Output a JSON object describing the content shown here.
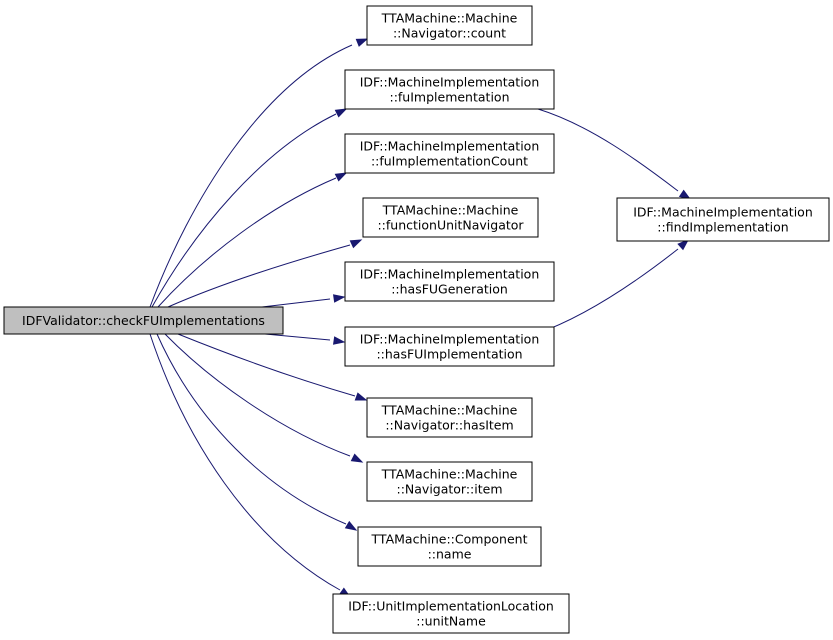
{
  "graph": {
    "nodes": [
      {
        "id": "root",
        "lines": [
          "IDFValidator::checkFUImplementations"
        ]
      },
      {
        "id": "count",
        "lines": [
          "TTAMachine::Machine",
          "::Navigator::count"
        ]
      },
      {
        "id": "fuImpl",
        "lines": [
          "IDF::MachineImplementation",
          "::fuImplementation"
        ]
      },
      {
        "id": "fuImplCount",
        "lines": [
          "IDF::MachineImplementation",
          "::fuImplementationCount"
        ]
      },
      {
        "id": "funcNav",
        "lines": [
          "TTAMachine::Machine",
          "::functionUnitNavigator"
        ]
      },
      {
        "id": "hasFUGen",
        "lines": [
          "IDF::MachineImplementation",
          "::hasFUGeneration"
        ]
      },
      {
        "id": "hasFUImpl",
        "lines": [
          "IDF::MachineImplementation",
          "::hasFUImplementation"
        ]
      },
      {
        "id": "hasItem",
        "lines": [
          "TTAMachine::Machine",
          "::Navigator::hasItem"
        ]
      },
      {
        "id": "item",
        "lines": [
          "TTAMachine::Machine",
          "::Navigator::item"
        ]
      },
      {
        "id": "name",
        "lines": [
          "TTAMachine::Component",
          "::name"
        ]
      },
      {
        "id": "unitName",
        "lines": [
          "IDF::UnitImplementationLocation",
          "::unitName"
        ]
      },
      {
        "id": "findImpl",
        "lines": [
          "IDF::MachineImplementation",
          "::findImplementation"
        ]
      }
    ],
    "edges": [
      {
        "from": "root",
        "to": "count"
      },
      {
        "from": "root",
        "to": "fuImpl"
      },
      {
        "from": "root",
        "to": "fuImplCount"
      },
      {
        "from": "root",
        "to": "funcNav"
      },
      {
        "from": "root",
        "to": "hasFUGen"
      },
      {
        "from": "root",
        "to": "hasFUImpl"
      },
      {
        "from": "root",
        "to": "hasItem"
      },
      {
        "from": "root",
        "to": "item"
      },
      {
        "from": "root",
        "to": "name"
      },
      {
        "from": "root",
        "to": "unitName"
      },
      {
        "from": "fuImpl",
        "to": "findImpl"
      },
      {
        "from": "hasFUImpl",
        "to": "findImpl"
      }
    ]
  }
}
